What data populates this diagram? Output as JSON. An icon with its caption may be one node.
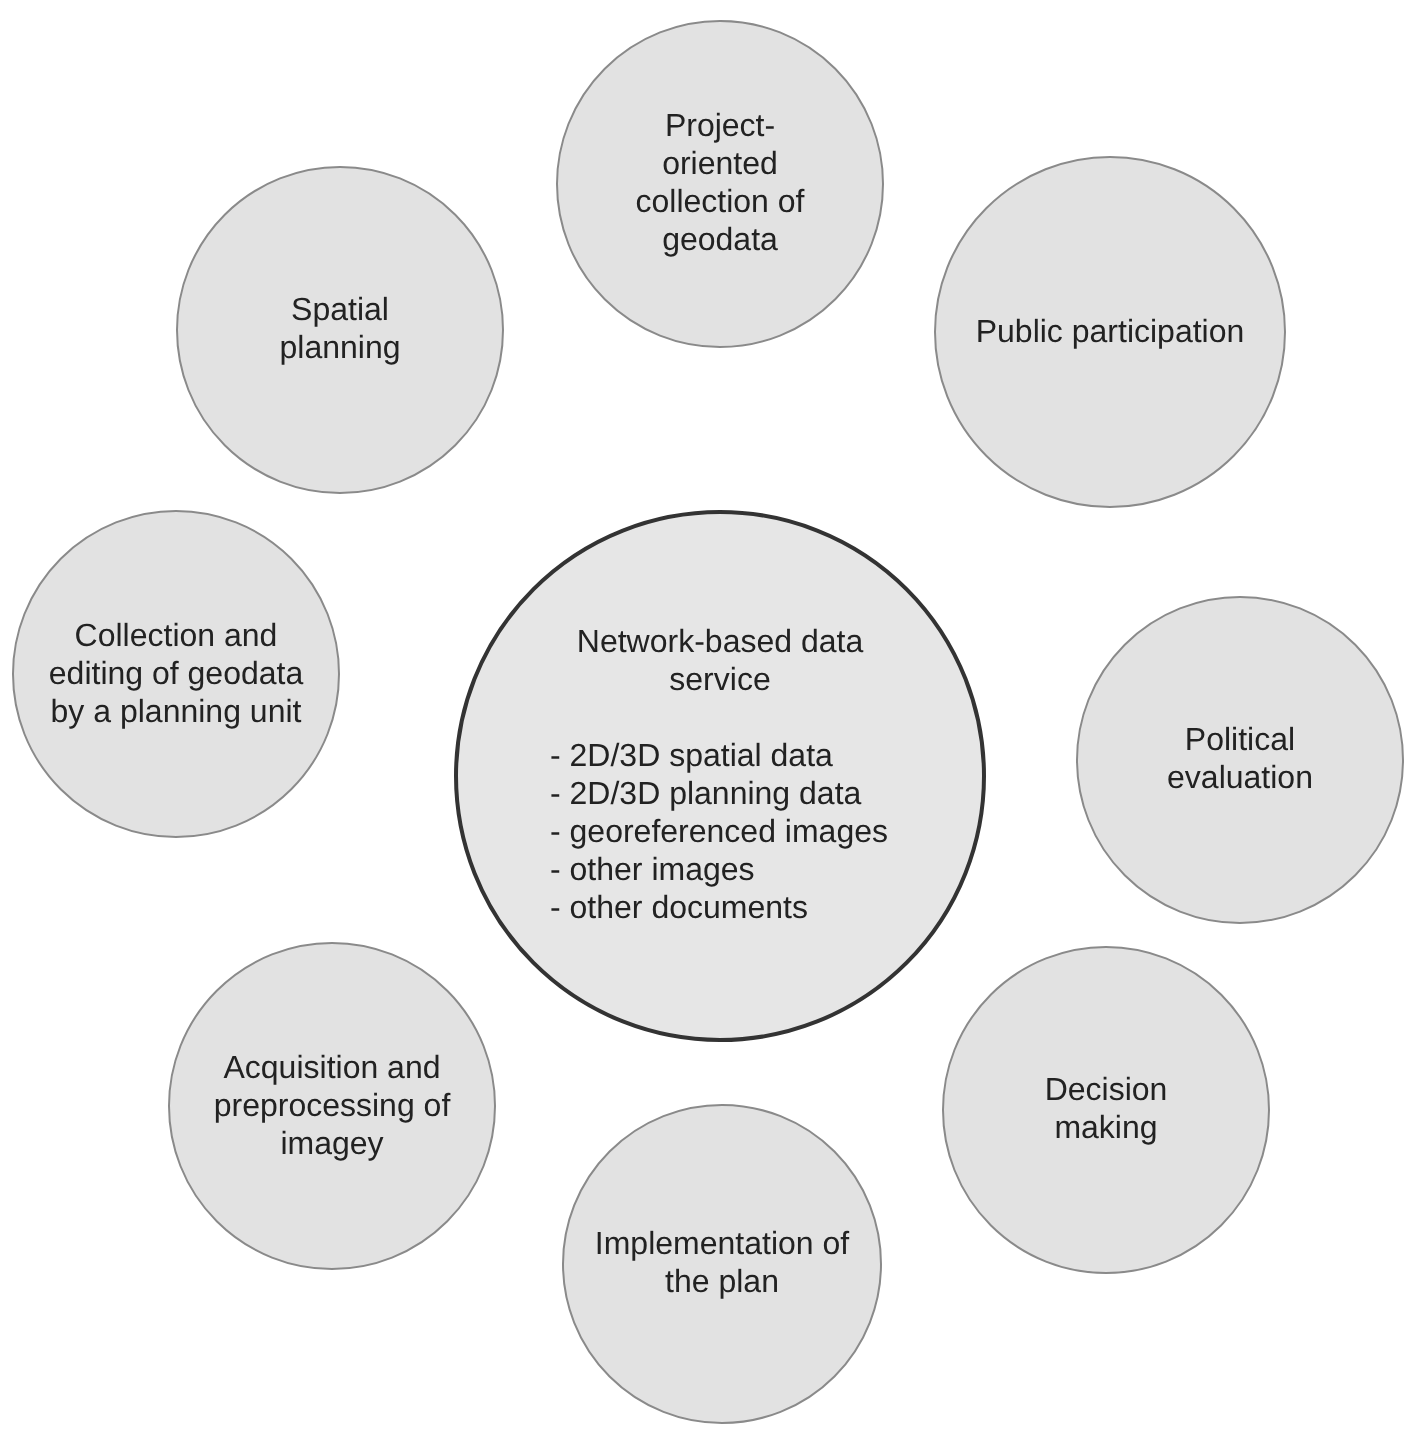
{
  "diagram": {
    "nodes": [
      {
        "text": [
          "Project-oriented collection of geodata"
        ]
      },
      {
        "text": [
          "Spatial planning"
        ]
      },
      {
        "text": [
          "Public participation"
        ]
      },
      {
        "text": [
          "Collection and editing of geodata by a planning unit"
        ]
      },
      {
        "text": [
          "Network-based data service",
          "- 2D/3D spatial data",
          "- 2D/3D planning data",
          "- georeferenced images",
          "- other images",
          "- other documents"
        ]
      },
      {
        "text": [
          "Political evaluation"
        ]
      },
      {
        "text": [
          "Acquisition and preprocessing of imagey"
        ]
      },
      {
        "text": [
          "Decision making"
        ]
      },
      {
        "text": [
          "Implementation of the plan"
        ]
      }
    ]
  }
}
